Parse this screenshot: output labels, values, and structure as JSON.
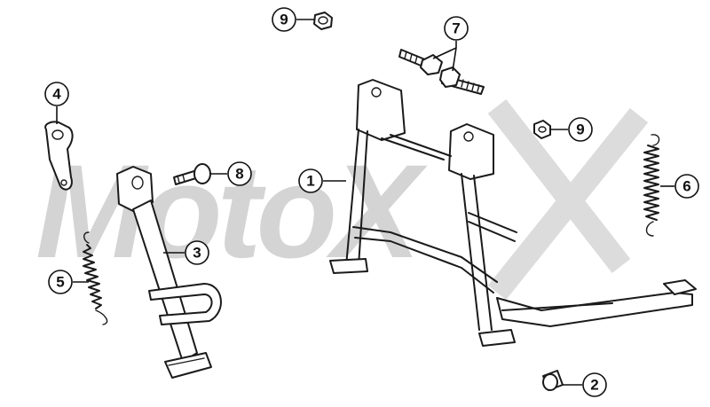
{
  "watermark": {
    "text": "MotoX"
  },
  "callouts": [
    {
      "id": "c9a",
      "label": "9"
    },
    {
      "id": "c7",
      "label": "7"
    },
    {
      "id": "c4",
      "label": "4"
    },
    {
      "id": "c9b",
      "label": "9"
    },
    {
      "id": "c8",
      "label": "8"
    },
    {
      "id": "c1",
      "label": "1"
    },
    {
      "id": "c6",
      "label": "6"
    },
    {
      "id": "c3",
      "label": "3"
    },
    {
      "id": "c5",
      "label": "5"
    },
    {
      "id": "c2",
      "label": "2"
    }
  ]
}
